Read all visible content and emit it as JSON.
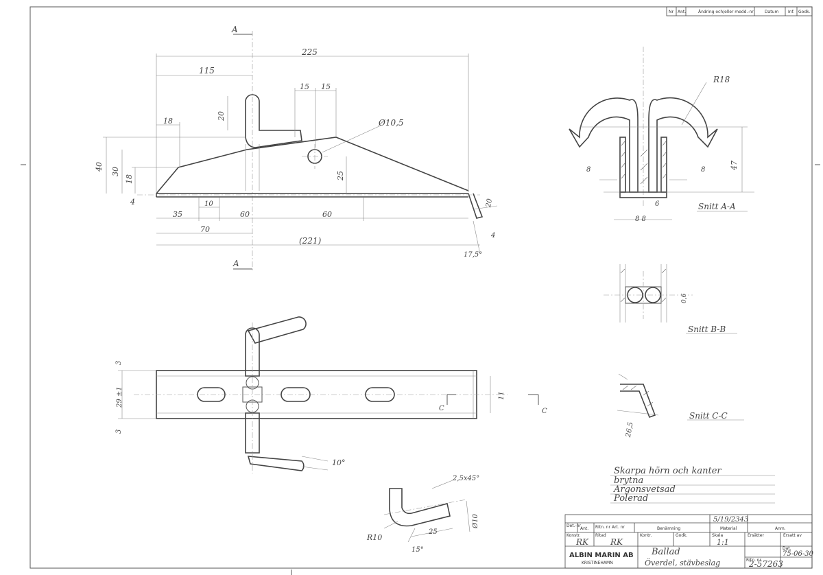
{
  "revision_block": {
    "headers": [
      "Nr",
      "Ant.",
      "Ändring och/eller medd.-nr",
      "Datum",
      "Inf.",
      "Godk."
    ]
  },
  "views": {
    "main": {
      "section_marker": "A",
      "dims": {
        "overall": "225",
        "half": "115",
        "slot1": "15",
        "slot2": "15",
        "hole": "Ø10,5",
        "d18": "18",
        "d20": "20",
        "d40": "40",
        "d30": "30",
        "d18b": "18",
        "d25": "25",
        "d4": "4",
        "d10": "10",
        "d35": "35",
        "d60a": "60",
        "d60b": "60",
        "d70": "70",
        "d221": "(221)",
        "d20b": "20",
        "d4b": "4",
        "angle": "17,5°"
      }
    },
    "section_aa": {
      "label": "Snitt A-A",
      "radius": "R18",
      "d8a": "8",
      "d8b": "8",
      "d47": "47",
      "d6": "6",
      "d88": "8 8"
    },
    "section_bb": {
      "label": "Snitt B-B",
      "dim": "0,6"
    },
    "section_cc": {
      "label": "Snitt C-C",
      "dim": "26,5"
    },
    "plan": {
      "d3a": "3",
      "d3b": "3",
      "d29": "29 ±1",
      "d11": "11",
      "c_mark_a": "C",
      "c_mark_b": "C",
      "angle": "10°"
    },
    "detail": {
      "chamfer": "2,5x45°",
      "radius": "R10",
      "d25": "25",
      "dia": "Ø10",
      "angle": "15°"
    }
  },
  "notes": [
    "Skarpa hörn och kanter",
    "brytna",
    "Argonsvetsad",
    "Polerad"
  ],
  "title_block": {
    "ref_no": "5/19/2343",
    "col_headers": [
      "Det.-nr",
      "Ant.",
      "Ritn. nr Art. nr",
      "Benämning",
      "Material",
      "Anm."
    ],
    "konstr_label": "Konstr.",
    "konstr": "RK",
    "ritad_label": "Ritad",
    "ritad": "RK",
    "kontr_label": "Kontr.",
    "godk_label": "Godk.",
    "skala_label": "Skala",
    "scale": "1:1",
    "ersatter_label": "Ersätter",
    "ersatt_av_label": "Ersatt av",
    "dat_label": "Dat.",
    "date": "75-06-30",
    "company": "ALBIN MARIN AB",
    "city": "KRISTINEHAMN",
    "product": "Ballad",
    "part": "Överdel, stävbeslag",
    "ritn_nr_label": "Ritn. nr",
    "drawing_no": "2-57263"
  }
}
